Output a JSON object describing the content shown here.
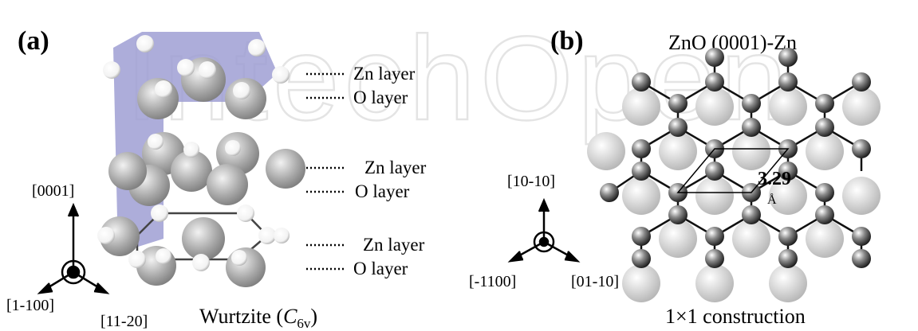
{
  "watermark": "IntechOpen",
  "panel_a": {
    "label": "(a)",
    "layers": [
      "Zn layer",
      "O layer",
      "Zn layer",
      "O layer",
      "Zn layer",
      "O layer"
    ],
    "axes": {
      "up": "[0001]",
      "left": "[1-100]",
      "right": "[11-20]"
    },
    "caption_prefix": "Wurtzite (",
    "caption_symbol": "C",
    "caption_subscript": "6v",
    "caption_suffix": ")"
  },
  "panel_b": {
    "label": "(b)",
    "title": "ZnO (0001)-Zn",
    "axes": {
      "up": "[10-10]",
      "left": "[-1100]",
      "right": "[01-10]"
    },
    "lattice_value": "3.29",
    "lattice_unit": "Å",
    "caption": "1×1 construction"
  },
  "colors": {
    "zn_atom": "#555555",
    "o_atom": "#c8c8c8",
    "shading": "#9f9fd4"
  }
}
